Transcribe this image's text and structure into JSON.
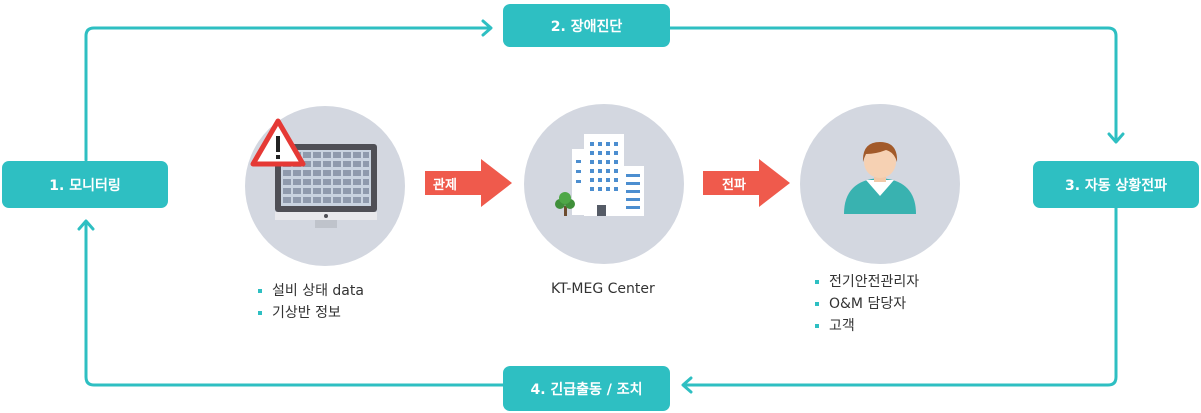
{
  "steps": {
    "monitoring": "1. 모니터링",
    "diagnosis": "2. 장애진단",
    "propagation": "3. 자동 상황전파",
    "dispatch": "4. 긴급출동 / 조치"
  },
  "arrows": {
    "control": "관제",
    "transmit": "전파"
  },
  "left_list": [
    "설비 상태 data",
    "기상반 정보"
  ],
  "center_label": "KT-MEG Center",
  "right_list": [
    "전기안전관리자",
    "O&M 담당자",
    "고객"
  ],
  "colors": {
    "accent": "#2ebfc2",
    "arrow": "#ef5a4c",
    "circle": "#d3d7e0"
  }
}
